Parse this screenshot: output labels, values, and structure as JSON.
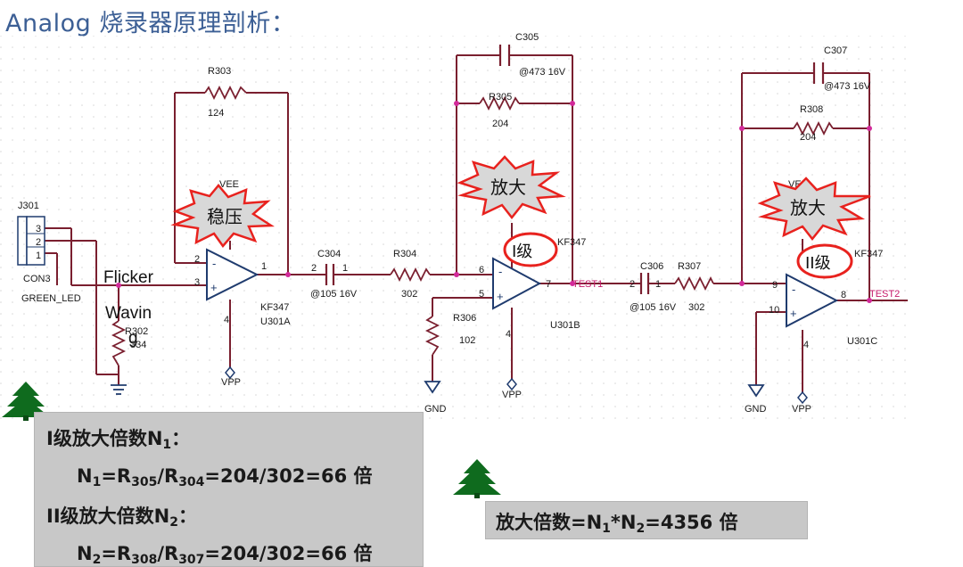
{
  "title": "Analog  烧录器原理剖析：",
  "schematic": {
    "connector": {
      "ref": "J301",
      "pins": [
        "3",
        "2",
        "1"
      ],
      "name": "CON3",
      "value": "GREEN_LED"
    },
    "signal_label": {
      "line1": "Flicker",
      "line2": "Wavin",
      "line3": "g"
    },
    "r303": {
      "ref": "R303",
      "value": "124"
    },
    "r302": {
      "ref": "R302",
      "value": "334"
    },
    "u301a": {
      "ref": "U301A",
      "part": "KF347",
      "supply_top": "VEE",
      "supply_bottom": "VPP",
      "pin_in_neg": "2",
      "pin_in_pos": "3",
      "pin_out": "1",
      "pin_4": "4"
    },
    "c304": {
      "ref": "C304",
      "value": "@105 16V",
      "pin_a": "2",
      "pin_b": "1"
    },
    "r304": {
      "ref": "R304",
      "value": "302"
    },
    "c305": {
      "ref": "C305",
      "value": "@473 16V"
    },
    "r305": {
      "ref": "R305",
      "value": "204"
    },
    "r306": {
      "ref": "R306",
      "value": "102"
    },
    "u301b": {
      "ref": "U301B",
      "part": "KF347",
      "pin_neg": "6",
      "pin_pos": "5",
      "pin_out": "7",
      "pin_4": "4",
      "net_out": "TEST1",
      "gnd": "GND",
      "vpp": "VPP"
    },
    "c306": {
      "ref": "C306",
      "value": "@105 16V",
      "pin_a": "2",
      "pin_b": "1"
    },
    "r307": {
      "ref": "R307",
      "value": "302"
    },
    "c307": {
      "ref": "C307",
      "value": "@473 16V"
    },
    "r308": {
      "ref": "R308",
      "value": "204"
    },
    "u301c": {
      "ref": "U301C",
      "part": "KF347",
      "supply_top": "VEE",
      "pin_neg": "9",
      "pin_pos": "10",
      "pin_out": "8",
      "pin_4": "4",
      "net_out": "TEST2",
      "gnd": "GND",
      "vpp": "VPP"
    },
    "callouts": {
      "regulate": "稳压",
      "amp1": "放大",
      "amp2": "放大",
      "stage1": "I级",
      "stage2": "II级"
    }
  },
  "formula_box": {
    "line1": {
      "text": "I级放大倍数N",
      "sub": "1",
      "tail": "："
    },
    "line2": {
      "a": "N",
      "s1": "1",
      "b": "=R",
      "s2": "305",
      "c": "/R",
      "s3": "304",
      "d": "=204/302=66 倍"
    },
    "line3": {
      "text": "II级放大倍数N",
      "sub": "2",
      "tail": "："
    },
    "line4": {
      "a": "N",
      "s1": "2",
      "b": "=R",
      "s2": "308",
      "c": "/R",
      "s3": "307",
      "d": "=204/302=66 倍"
    }
  },
  "result_box": {
    "a": "放大倍数=N",
    "s1": "1",
    "b": "*N",
    "s2": "2",
    "c": "=4356 倍"
  },
  "colors": {
    "title": "#3c5f95",
    "wire": "#7a1f2f",
    "node": "#d22a9a",
    "callout_red": "#e8221e",
    "box_gray": "#c8c8c8",
    "tree_green": "#0f6b1e"
  },
  "icons": [
    "tree-icon",
    "burst-callout-icon",
    "red-ring-icon"
  ]
}
